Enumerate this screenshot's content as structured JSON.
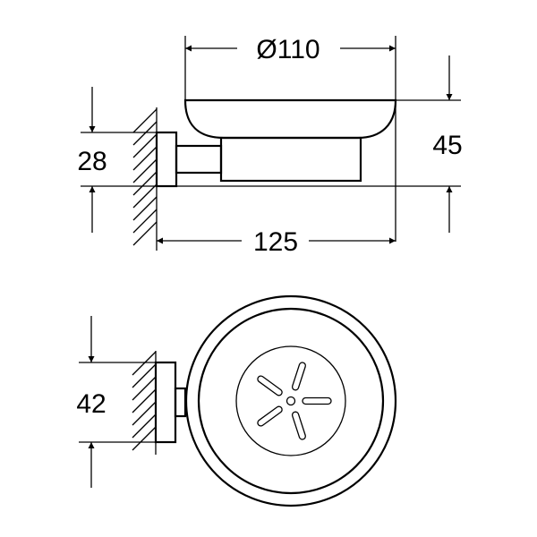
{
  "dimensions": {
    "diameter": "Ø110",
    "overall_depth": "125",
    "total_height": "45",
    "plate_height_side": "28",
    "plate_width_top": "42"
  },
  "colors": {
    "line": "#000000",
    "background": "#ffffff"
  }
}
